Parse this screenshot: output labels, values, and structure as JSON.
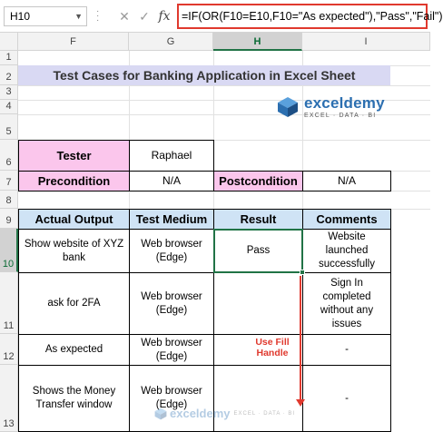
{
  "formula_bar": {
    "name_box": "H10",
    "formula": "=IF(OR(F10=E10,F10=\"As expected\"),\"Pass\",\"Fail\")",
    "cancel_icon": "close-icon",
    "enter_icon": "check-icon",
    "fx_label": "fx"
  },
  "columns": [
    "F",
    "G",
    "H",
    "I"
  ],
  "rows": [
    "1",
    "2",
    "3",
    "4",
    "5",
    "6",
    "7",
    "8",
    "9",
    "10",
    "11",
    "12",
    "13"
  ],
  "title": "Test Cases for Banking Application in Excel Sheet",
  "logo": {
    "name": "exceldemy",
    "tagline": "EXCEL · DATA · BI"
  },
  "info": {
    "tester_label": "Tester",
    "tester_value": "Raphael",
    "precondition_label": "Precondition",
    "precondition_value": "N/A",
    "postcondition_label": "Postcondition",
    "postcondition_value": "N/A"
  },
  "table": {
    "headers": [
      "Actual Output",
      "Test Medium",
      "Result",
      "Comments"
    ],
    "rows": [
      [
        "Show website of XYZ bank",
        "Web browser (Edge)",
        "Pass",
        "Website launched successfully"
      ],
      [
        "ask for 2FA",
        "Web browser (Edge)",
        "",
        "Sign In completed without any issues"
      ],
      [
        "As expected",
        "Web browser (Edge)",
        "",
        "-"
      ],
      [
        "Shows the Money Transfer window",
        "Web browser (Edge)",
        "",
        "-"
      ]
    ]
  },
  "annotation": "Use Fill Handle",
  "watermark": {
    "name": "exceldemy",
    "tagline": "EXCEL · DATA · BI"
  },
  "colors": {
    "accent_green": "#217346",
    "annotation_red": "#e0392e",
    "pink": "#fbc6ec",
    "blue": "#cfe3f5",
    "title_bg": "#d9d9f3"
  }
}
